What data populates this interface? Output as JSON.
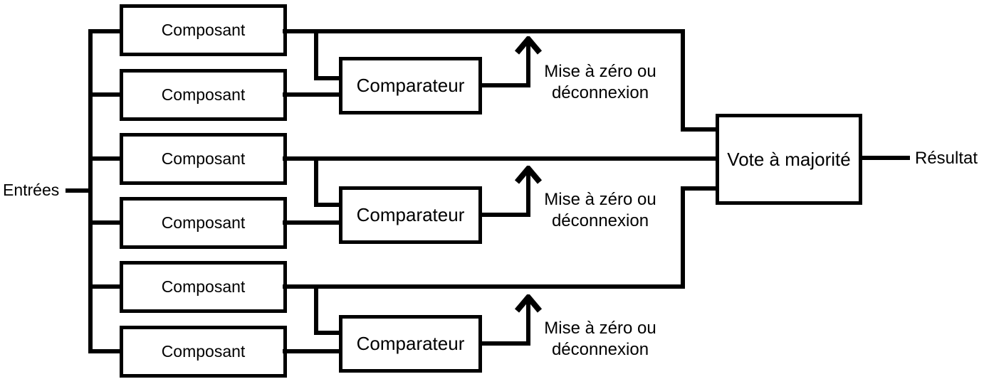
{
  "diagram": {
    "input_label": "Entrées",
    "output_label": "Résultat",
    "voter_label": "Vote à majorité",
    "groups": [
      {
        "components": [
          "Composant",
          "Composant"
        ],
        "comparator_label": "Comparateur",
        "annotation": {
          "line1": "Mise à zéro ou",
          "line2": "déconnexion"
        }
      },
      {
        "components": [
          "Composant",
          "Composant"
        ],
        "comparator_label": "Comparateur",
        "annotation": {
          "line1": "Mise à zéro ou",
          "line2": "déconnexion"
        }
      },
      {
        "components": [
          "Composant",
          "Composant"
        ],
        "comparator_label": "Comparateur",
        "annotation": {
          "line1": "Mise à zéro ou",
          "line2": "déconnexion"
        }
      }
    ],
    "colors": {
      "line": "#000000",
      "background": "#ffffff",
      "text": "#000000"
    }
  }
}
